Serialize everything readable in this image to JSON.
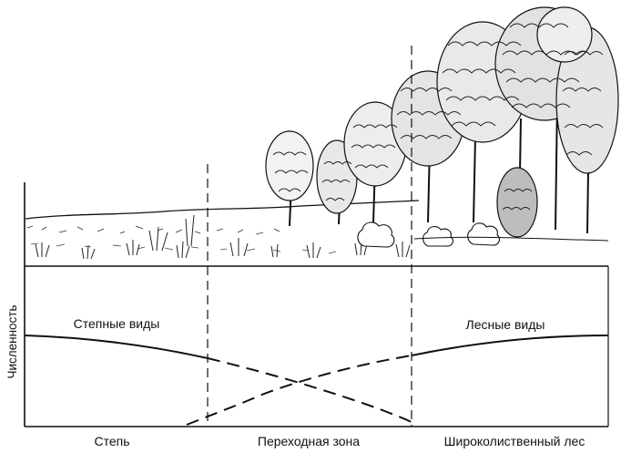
{
  "diagram": {
    "y_axis_label": "Численность",
    "species_labels": {
      "steppe": "Степные виды",
      "forest": "Лесные виды"
    },
    "zones": [
      {
        "label": "Степь"
      },
      {
        "label": "Переходная зона"
      },
      {
        "label": "Широколиственный лес"
      }
    ],
    "colors": {
      "ink": "#111111",
      "background": "#ffffff"
    },
    "icons": [
      "tree-icon",
      "shrub-icon",
      "grass-icon"
    ]
  }
}
